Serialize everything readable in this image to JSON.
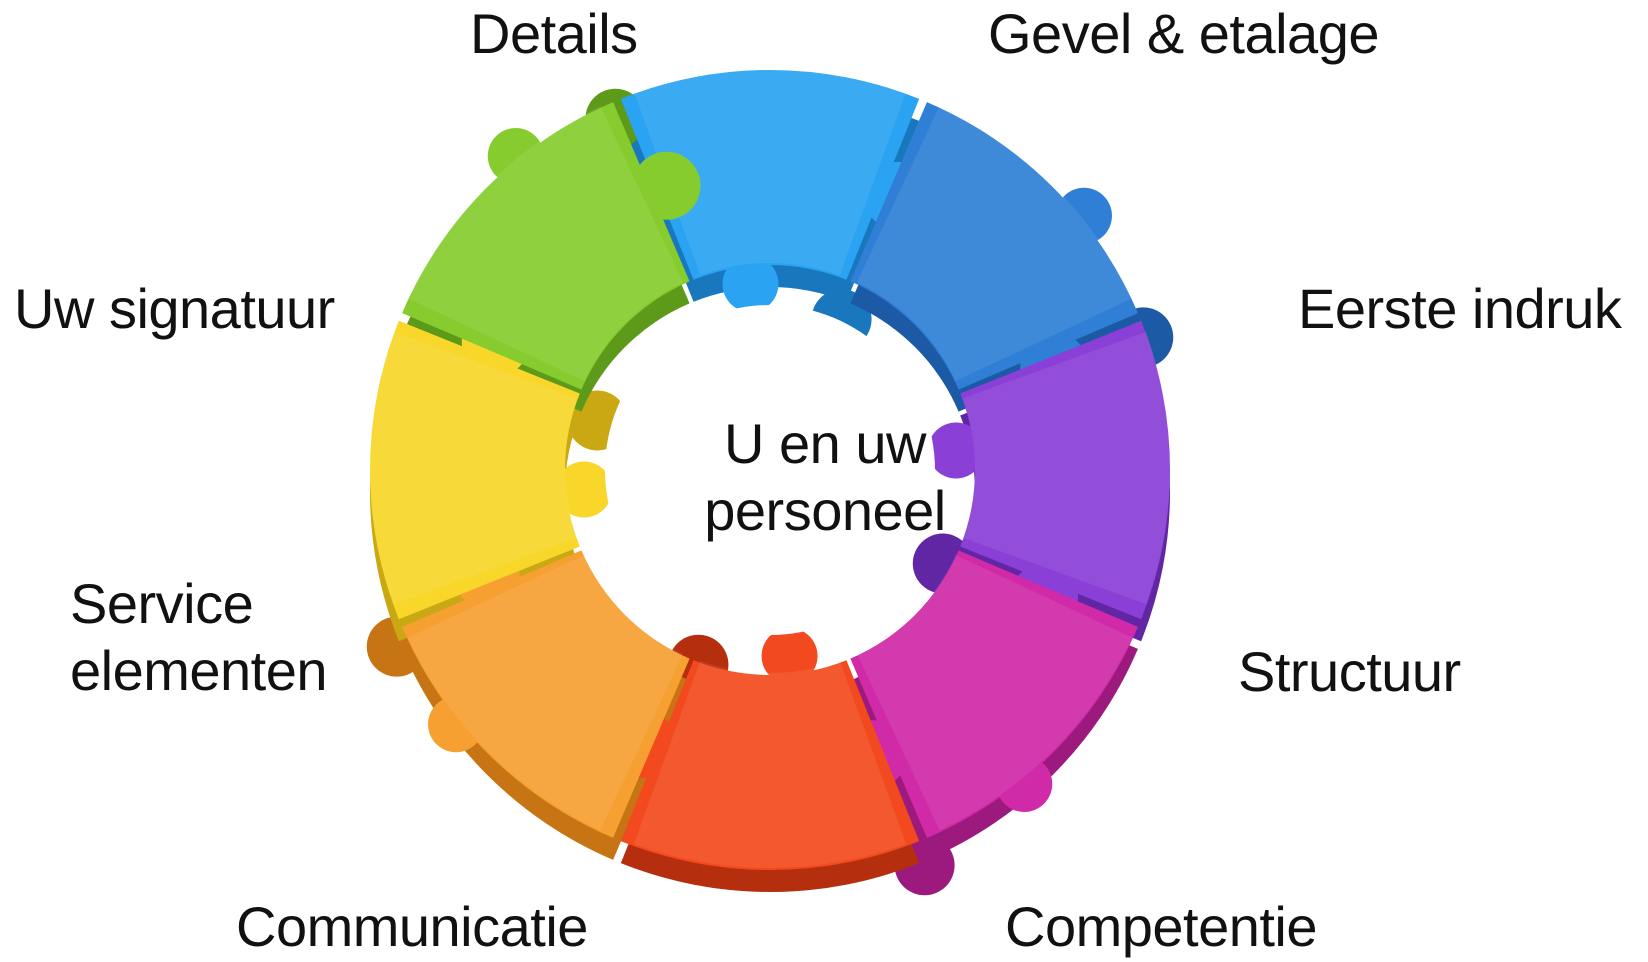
{
  "center": {
    "line1": "U en uw",
    "line2": "personeel"
  },
  "pieces": [
    {
      "id": "details",
      "label": "Details",
      "color": "#2aa3f2",
      "dark": "#1877bd"
    },
    {
      "id": "gevel",
      "label": "Gevel & etalage",
      "color": "#2f7fd6",
      "dark": "#1c5aa5"
    },
    {
      "id": "eerste",
      "label": "Eerste indruk",
      "color": "#8a3fd6",
      "dark": "#6126a4"
    },
    {
      "id": "structuur",
      "label": "Structuur",
      "color": "#d02aa8",
      "dark": "#9c1a7d"
    },
    {
      "id": "competentie",
      "label": "Competentie",
      "color": "#f24a1e",
      "dark": "#b52f0e"
    },
    {
      "id": "communicatie",
      "label": "Communicatie",
      "color": "#f7a032",
      "dark": "#c77414"
    },
    {
      "id": "service",
      "label_line1": "Service",
      "label_line2": "elementen",
      "color": "#f8d62a",
      "dark": "#c9a814"
    },
    {
      "id": "uw",
      "label": "Uw signatuur",
      "color": "#86cc2e",
      "dark": "#5d9a1a"
    }
  ]
}
